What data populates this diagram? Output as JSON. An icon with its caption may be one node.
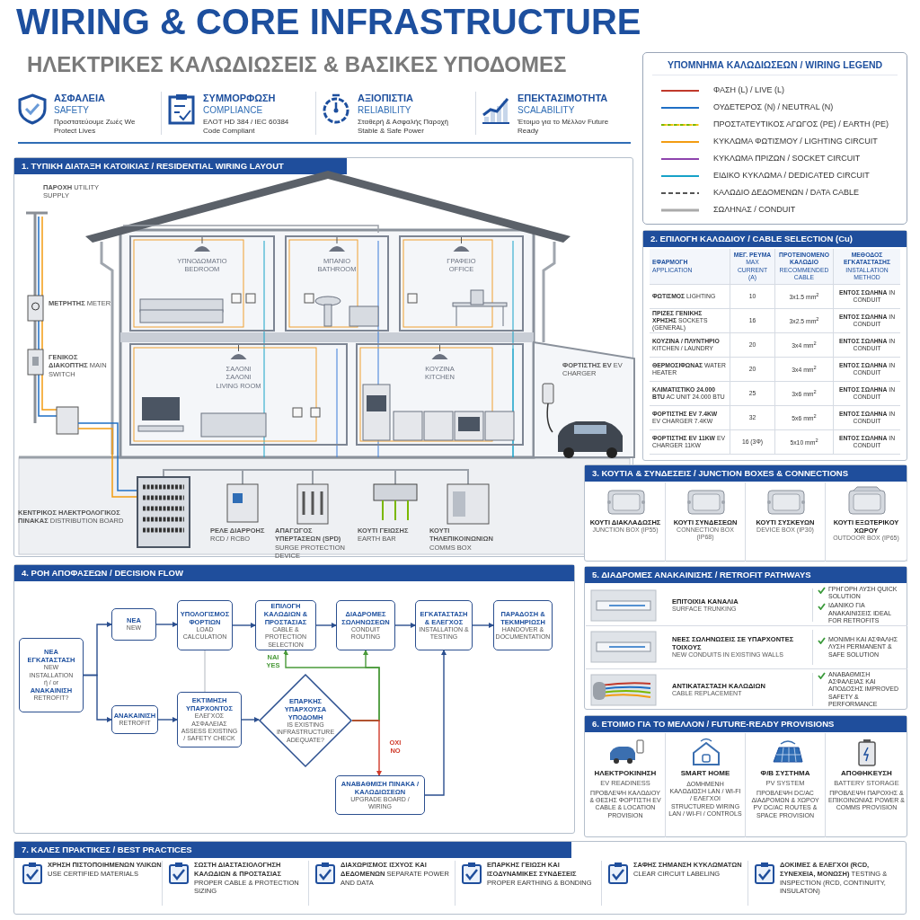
{
  "diagram": {
    "title": "WIRING & CORE INFRASTRUCTURE",
    "nodes": [
      {
        "text": [
          "ΥΠΟΜΝΗΜΑ ΚΑΛΩΔΙΩΣΕΩΝ / WIRING LEGEND"
        ]
      },
      {
        "text": [
          "1. ΤΥΠΙΚΗ ΔΙΑΤΑΞΗ ΚΑΤΟΙΚΙΑΣ / RESIDENTIAL WIRING LAYOUT"
        ]
      },
      {
        "text": [
          "ΥΠΝΟΔΩΜΑΤΙΟ",
          "BEDROOM"
        ],
        "in": 1
      },
      {
        "text": [
          "ΜΠΑΝΙΟ",
          "BATHROOM"
        ],
        "in": 1
      },
      {
        "text": [
          "ΓΡΑΦΕΙΟ",
          "OFFICE"
        ],
        "in": 1
      },
      {
        "text": [
          "ΣΑΛΟΝΙ",
          "ΣΑΛΟΝΙ",
          "LIVING ROOM"
        ],
        "in": 1
      },
      {
        "text": [
          "ΚΟΥΖΙΝΑ",
          "KITCHEN"
        ],
        "in": 1
      },
      {
        "text": [
          "2. ΕΠΙΛΟΓΗ ΚΑΛΩΔΙΟΥ / CABLE SELECTION (Cu)"
        ]
      },
      {
        "text": [
          "3. ΚΟΥΤΙΑ & ΣΥΝΔΕΣΕΙΣ / JUNCTION BOXES & CONNECTIONS"
        ]
      },
      {
        "text": [
          "ΚΟΥΤΙ ΔΙΑΚΛΑΔΩΣΗΣ",
          "JUNCTION BOX (IP55)"
        ],
        "in": 8
      },
      {
        "text": [
          "ΚΟΥΤΙ ΣΥΝΔΕΣΕΩΝ",
          "CONNECTION BOX (IP68)"
        ],
        "in": 8
      },
      {
        "text": [
          "ΚΟΥΤΙ ΣΥΣΚΕΥΩΝ",
          "DEVICE BOX (IP30)"
        ],
        "in": 8
      },
      {
        "text": [
          "ΚΟΥΤΙ ΕΞΩΤΕΡΙΚΟΥ ΧΩΡΟΥ",
          "OUTDOOR BOX (IP65)"
        ],
        "in": 8
      },
      {
        "text": [
          "4. ΡΟΗ ΑΠΟΦΑΣΕΩΝ / DECISION FLOW"
        ]
      },
      {
        "text": [
          "ΝΕΑ ΕΓΚΑΤΑΣΤΑΣΗ",
          "NEW INSTALLATION",
          "ή / or",
          "ΑΝΑΚΑΙΝΙΣΗ",
          "RETROFIT?"
        ],
        "in": 13
      },
      {
        "text": [
          "ΝΕΑ",
          "NEW"
        ],
        "in": 13
      },
      {
        "text": [
          "ΑΝΑΚΑΙΝΙΣΗ",
          "RETROFIT"
        ],
        "in": 13
      },
      {
        "text": [
          "ΥΠΟΛΟΓΙΣΜΟΣ ΦΟΡΤΙΩΝ",
          "LOAD CALCULATION"
        ],
        "in": 13
      },
      {
        "text": [
          "ΕΠΙΛΟΓΗ ΚΑΛΩΔΙΩΝ & ΠΡΟΣΤΑΣΙΑΣ",
          "CABLE & PROTECTION SELECTION"
        ],
        "in": 13
      },
      {
        "text": [
          "ΔΙΑΔΡΟΜΕΣ ΣΩΛΗΝΩΣΕΩΝ",
          "CONDUIT ROUTING"
        ],
        "in": 13
      },
      {
        "text": [
          "ΕΓΚΑΤΑΣΤΑΣΗ & ΕΛΕΓΧΟΣ",
          "INSTALLATION & TESTING"
        ],
        "in": 13
      },
      {
        "text": [
          "ΠΑΡΑΔΟΣΗ & ΤΕΚΜΗΡΙΩΣΗ",
          "HANDOVER & DOCUMENTATION"
        ],
        "in": 13
      },
      {
        "text": [
          "ΕΚΤΙΜΗΣΗ ΥΠΑΡΧΟΝΤΟΣ",
          "ΕΛΕΓΧΟΣ ΑΣΦΑΛΕΙΑΣ",
          "ASSESS EXISTING / SAFETY CHECK"
        ],
        "in": 13
      },
      {
        "text": [
          "ΕΠΑΡΚΗΣ ΥΠΑΡΧΟΥΣΑ ΥΠΟΔΟΜΗ",
          "IS EXISTING INFRASTRUCTURE ADEQUATE?"
        ],
        "in": 13
      },
      {
        "text": [
          "ΑΝΑΒΑΘΜΙΣΗ ΠΙΝΑΚΑ / ΚΑΛΩΔΙΩΣΕΩΝ",
          "UPGRADE BOARD / WIRING"
        ],
        "in": 13
      },
      {
        "text": [
          "5. ΔΙΑΔΡΟΜΕΣ ΑΝΑΚΑΙΝΙΣΗΣ / RETROFIT PATHWAYS"
        ]
      },
      {
        "text": [
          "ΕΠΙΤΟΙΧΙΑ ΚΑΝΑΛΙΑ",
          "SURFACE TRUNKING",
          "ΓΡΗΓΟΡΗ ΛΥΣΗ QUICK SOLUTION",
          "ΙΔΑΝΙΚΟ ΓΙΑ ΑΝΑΚΑΙΝΙΣΕΙΣ IDEAL FOR RETROFITS"
        ],
        "in": 25
      },
      {
        "text": [
          "ΝΕΕΣ ΣΩΛΗΝΩΣΕΙΣ ΣΕ ΥΠΑΡΧΟΝΤΕΣ ΤΟΙΧΟΥΣ",
          "NEW CONDUITS IN EXISTING WALLS",
          "ΜΟΝΙΜΗ ΚΑΙ ΑΣΦΑΛΗΣ ΛΥΣΗ PERMANENT & SAFE SOLUTION"
        ],
        "in": 25
      },
      {
        "text": [
          "ΑΝΤΙΚΑΤΑΣΤΑΣΗ ΚΑΛΩΔΙΩΝ",
          "CABLE REPLACEMENT",
          "ΑΝΑΒΑΘΜΙΣΗ ΑΣΦΑΛΕΙΑΣ ΚΑΙ ΑΠΟΔΟΣΗΣ IMPROVED SAFETY & PERFORMANCE"
        ],
        "in": 25
      },
      {
        "text": [
          "6. ΕΤΟΙΜΟ ΓΙΑ ΤΟ ΜΕΛΛΟΝ / FUTURE-READY PROVISIONS"
        ]
      },
      {
        "text": [
          "ΗΛΕΚΤΡΟΚΙΝΗΣΗ",
          "EV READINESS",
          "ΠΡΟΒΛΕΨΗ ΚΑΛΩΔΙΟΥ & ΘΕΣΗΣ ΦΟΡΤΙΣΤΗ EV CABLE & LOCATION PROVISION"
        ],
        "in": 29
      },
      {
        "text": [
          "SMART HOME",
          "ΔΟΜΗΜΕΝΗ ΚΑΛΩΔΙΩΣΗ LAN / WI-FI / ΕΛΕΓΧΟΙ STRUCTURED WIRING LAN / WI-FI / CONTROLS"
        ],
        "in": 29
      },
      {
        "text": [
          "Φ/Β ΣΥΣΤΗΜΑ",
          "PV SYSTEM",
          "ΠΡΟΒΛΕΨΗ DC/AC ΔΙΑΔΡΟΜΩΝ & ΧΩΡΟΥ PV DC/AC ROUTES & SPACE PROVISION"
        ],
        "in": 29
      },
      {
        "text": [
          "ΑΠΟΘΗΚΕΥΣΗ",
          "BATTERY STORAGE",
          "ΠΡΟΒΛΕΨΗ ΠΑΡΟΧΗΣ & ΕΠΙΚΟΙΝΩΝΙΑΣ POWER & COMMS PROVISION"
        ],
        "in": 29
      },
      {
        "text": [
          "7. ΚΑΛΕΣ ΠΡΑΚΤΙΚΕΣ / BEST PRACTICES"
        ]
      }
    ],
    "edges": [
      {
        "from": 14,
        "to": 15,
        "arrow": "to"
      },
      {
        "from": 14,
        "to": 16,
        "arrow": "to"
      },
      {
        "from": 15,
        "to": 17,
        "arrow": "to"
      },
      {
        "from": 17,
        "to": 18,
        "arrow": "to"
      },
      {
        "from": 18,
        "to": 19,
        "arrow": "to"
      },
      {
        "from": 19,
        "to": 20,
        "arrow": "to"
      },
      {
        "from": 20,
        "to": 21,
        "arrow": "to"
      },
      {
        "from": 16,
        "to": 22,
        "arrow": "to"
      },
      {
        "from": 22,
        "to": 23,
        "arrow": "to"
      },
      {
        "from": 23,
        "to": 18,
        "arrow": "to",
        "label": "ΝΑΙ YES",
        "color": "#4a9a3a"
      },
      {
        "from": 23,
        "to": 19,
        "arrow": "to",
        "color": "#4a9a3a"
      },
      {
        "from": 23,
        "to": 24,
        "arrow": "to",
        "label": "ΟΧΙ NO",
        "color": "#d03a2a"
      },
      {
        "from": 24,
        "to": 20,
        "arrow": "to"
      },
      {
        "from": 17,
        "to": 22,
        "arrow": "none",
        "color": "#c8ccd2"
      }
    ],
    "labels": [
      "ΗΛΕΚΤΡΙΚΕΣ ΚΑΛΩΔΙΩΣΕΙΣ & ΒΑΣΙΚΕΣ ΥΠΟΔΟΜΕΣ",
      "ΑΣΦΑΛΕΙΑ",
      "SAFETY",
      "Προστατεύουμε Ζωές We Protect Lives",
      "ΣΥΜΜΟΡΦΩΣΗ",
      "COMPLIANCE",
      "ΕΛΟΤ HD 384 / IEC 60384 Code Compliant",
      "ΑΞΙΟΠΙΣΤΙΑ",
      "RELIABILITY",
      "Σταθερή & Ασφαλής Παροχή Stable & Safe Power",
      "ΕΠΕΚΤΑΣΙΜΟΤΗΤΑ",
      "SCALABILITY",
      "Έτοιμο για το Μέλλον Future Ready",
      "**ΠΑΡΟΧΗ** UTILITY SUPPLY",
      "**ΜΕΤΡΗΤΗΣ** METER",
      "**ΓΕΝΙΚΟΣ ΔΙΑΚΟΠΤΗΣ** MAIN SWITCH",
      "**ΦΟΡΤΙΣΤΗΣ EV** EV CHARGER",
      "**ΚΕΝΤΡΙΚΟΣ ΗΛΕΚΤΡΟΛΟΓΙΚΟΣ ΠΙΝΑΚΑΣ** DISTRIBUTION BOARD",
      "**ΡΕΛΕ ΔΙΑΡΡΟΗΣ** RCD / RCBO",
      "**ΑΠΑΓΩΓΟΣ ΥΠΕΡΤΑΣΕΩΝ (SPD)** SURGE PROTECTION DEVICE",
      "**ΚΟΥΤΙ ΓΕΙΩΣΗΣ** EARTH BAR",
      "**ΚΟΥΤΙ ΤΗΛΕΠΙΚΟΙΝΩΝΙΩΝ** COMMS BOX",
      "**ΕΦΑΡΜΟΓΗ** APPLICATION",
      "**ΜΕΓ. ΡΕΥΜΑ** MAX CURRENT (A)",
      "**ΠΡΟΤΕΙΝΟΜΕΝΟ ΚΑΛΩΔΙΟ** RECOMMENDED CABLE",
      "**ΜΕΘΟΔΟΣ ΕΓΚΑΤΑΣΤΑΣΗΣ** INSTALLATION METHOD",
      "**ΦΩΤΙΣΜΟΣ** LIGHTING",
      "10",
      "3x1.5 mm$^{2}$",
      "**ΕΝΤΟΣ ΣΩΛΗΝΑ** IN CONDUIT",
      "**ΠΡΙΖΕΣ ΓΕΝΙΚΗΣ ΧΡΗΣΗΣ** SOCKETS (GENERAL)",
      "16",
      "3x2.5 mm$^{2}$",
      "**ΕΝΤΟΣ ΣΩΛΗΝΑ** IN CONDUIT",
      "**ΚΟΥΖΙΝΑ / ΠΛΥΝΤΗΡΙΟ** KITCHEN / LAUNDRY",
      "20",
      "3x4 mm$^{2}$",
      "**ΕΝΤΟΣ ΣΩΛΗΝΑ** IN CONDUIT",
      "**ΘΕΡΜΟΣΙΦΩΝΑΣ** WATER HEATER",
      "20",
      "3x4 mm$^{2}$",
      "**ΕΝΤΟΣ ΣΩΛΗΝΑ** IN CONDUIT",
      "**ΚΛΙΜΑΤΙΣΤΙΚΟ 24.000 BTU** AC UNIT 24.000 BTU",
      "25",
      "3x6 mm$^{2}$",
      "**ΕΝΤΟΣ ΣΩΛΗΝΑ** IN CONDUIT",
      "**ΦΟΡΤΙΣΤΗΣ EV 7.4KW** EV CHARGER 7.4KW",
      "32",
      "5x6 mm$^{2}$",
      "**ΕΝΤΟΣ ΣΩΛΗΝΑ** IN CONDUIT",
      "**ΦΟΡΤΙΣΤΗΣ EV 11KW** EV CHARGER 11KW",
      "16 (3Φ)",
      "5x10 mm$^{2}$",
      "**ΕΝΤΟΣ ΣΩΛΗΝΑ** IN CONDUIT",
      "**ΧΡΗΣΗ ΠΙΣΤΟΠΟΙΗΜΕΝΩΝ ΥΛΙΚΩΝ** USE CERTIFIED MATERIALS",
      "**ΣΩΣΤΗ ΔΙΑΣΤΑΣΙΟΛΟΓΗΣΗ ΚΑΛΩΔΙΩΝ & ΠΡΟΣΤΑΣΙΑΣ** PROPER CABLE & PROTECTION SIZING",
      "**ΔΙΑΧΩΡΙΣΜΟΣ ΙΣΧΥΟΣ ΚΑΙ ΔΕΔΟΜΕΝΩΝ** SEPARATE POWER AND DATA",
      "**ΕΠΑΡΚΗΣ ΓΕΙΩΣΗ ΚΑΙ ΙΣΟΔΥΝΑΜΙΚΕΣ ΣΥΝΔΕΣΕΙΣ** PROPER EARTHING & BONDING",
      "**ΣΑΦΗΣ ΣΗΜΑΝΣΗ ΚΥΚΛΩΜΑΤΩΝ** CLEAR CIRCUIT LABELING",
      "**ΔΟΚΙΜΕΣ & ΕΛΕΓΧΟΙ (RCD, ΣΥΝΕΧΕΙΑ, ΜΟΝΩΣΗ)** TESTING & INSPECTION (RCD, CONTINUITY, INSULATON)"
    ],
    "legend": [
      {
        "text": "ΦΑΣΗ (L) / LIVE (L)"
      },
      {
        "text": "ΟΥΔΕΤΕΡΟΣ (N) / NEUTRAL (N)"
      },
      {
        "text": "ΠΡΟΣΤΑΤΕΥΤΙΚΟΣ ΑΓΩΓΟΣ (PE) / EARTH (PE)"
      },
      {
        "text": "ΚΥΚΛΩΜΑ ΦΩΤΙΣΜΟΥ / LIGHTING CIRCUIT"
      },
      {
        "text": "ΚΥΚΛΩΜΑ ΠΡΙΖΩΝ / SOCKET CIRCUIT"
      },
      {
        "text": "ΕΙΔΙΚΟ ΚΥΚΛΩΜΑ / DEDICATED CIRCUIT"
      },
      {
        "text": "ΚΑΛΩΔΙΟ ΔΕΔΟΜΕΝΩΝ / DATA CABLE"
      },
      {
        "text": "ΣΩΛΗΝΑΣ / CONDUIT"
      }
    ]
  }
}
